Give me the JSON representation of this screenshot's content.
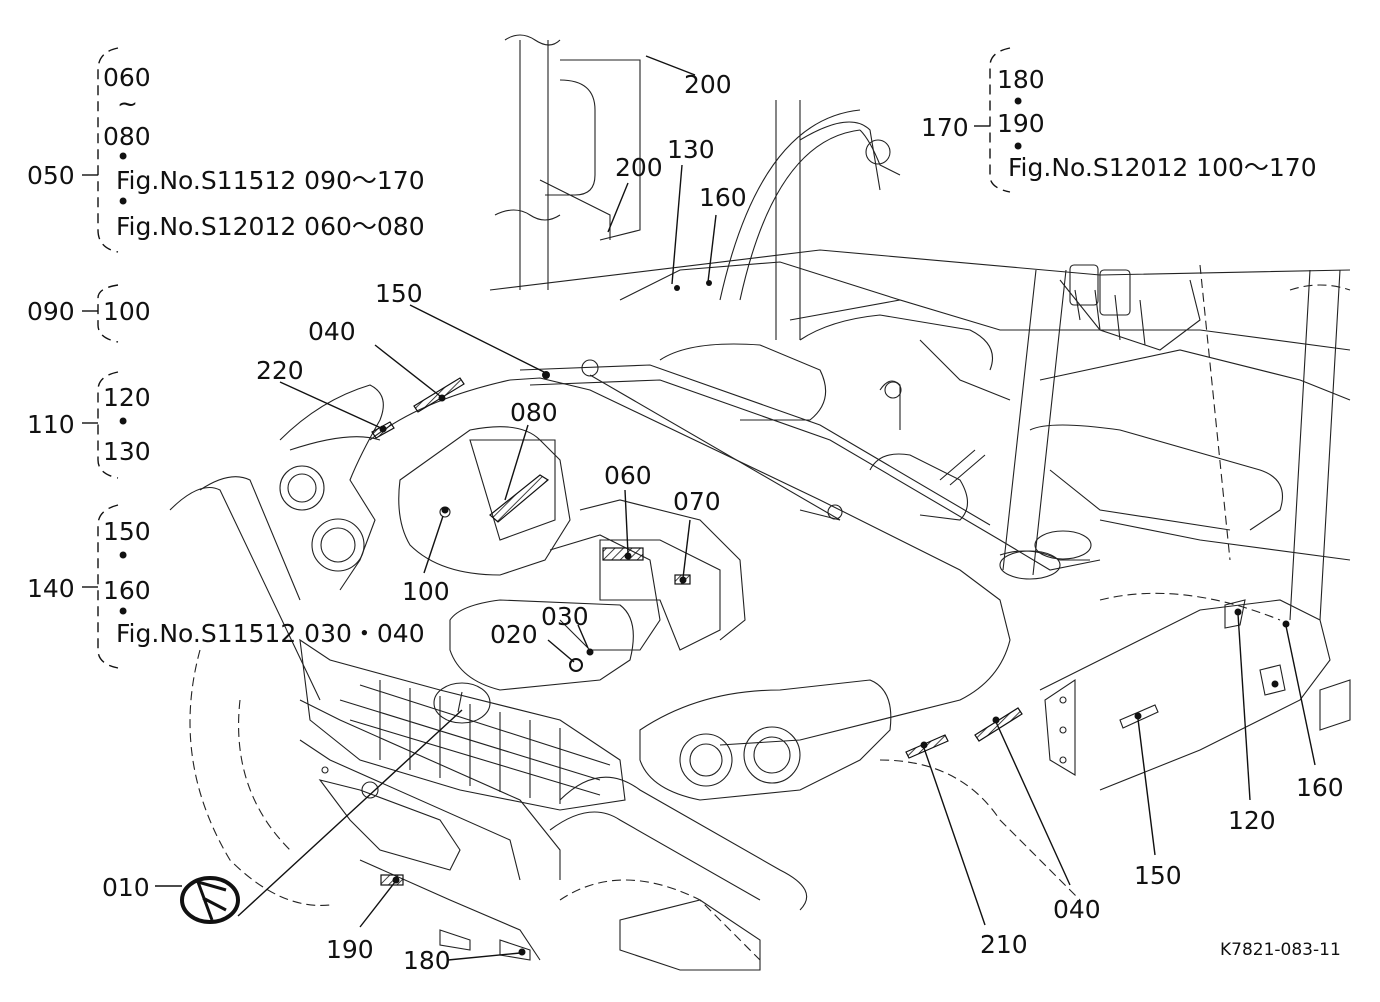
{
  "callouts": {
    "c010": "010",
    "c020": "020",
    "c030": "030",
    "c040a": "040",
    "c040b": "040",
    "c060": "060",
    "c070": "070",
    "c080": "080",
    "c100": "100",
    "c120": "120",
    "c130": "130",
    "c150a": "150",
    "c150b": "150",
    "c160a": "160",
    "c160b": "160",
    "c180": "180",
    "c190": "190",
    "c200a": "200",
    "c200b": "200",
    "c210": "210",
    "c220": "220"
  },
  "groups": {
    "g050": {
      "key": "050",
      "line1": "060",
      "tilde": "~",
      "line2": "080",
      "dot1": "•",
      "line3": "Fig.No.S11512  090～170",
      "dot2": "•",
      "line4": "Fig.No.S12012  060～080"
    },
    "g090": {
      "key": "090",
      "line1": "100"
    },
    "g110": {
      "key": "110",
      "line1": "120",
      "dot1": "•",
      "line2": "130"
    },
    "g140": {
      "key": "140",
      "line1": "150",
      "dot1": "•",
      "line2": "160",
      "dot2": "•",
      "line3": "Fig.No.S11512  030・040"
    },
    "g170": {
      "key": "170",
      "line1": "180",
      "dot1": "•",
      "line2": "190",
      "dot2": "•",
      "line3": "Fig.No.S12012  100～170"
    }
  },
  "drawing_ref": "K7821-083-11",
  "colors": {
    "ink": "#111111",
    "paper": "#ffffff"
  }
}
